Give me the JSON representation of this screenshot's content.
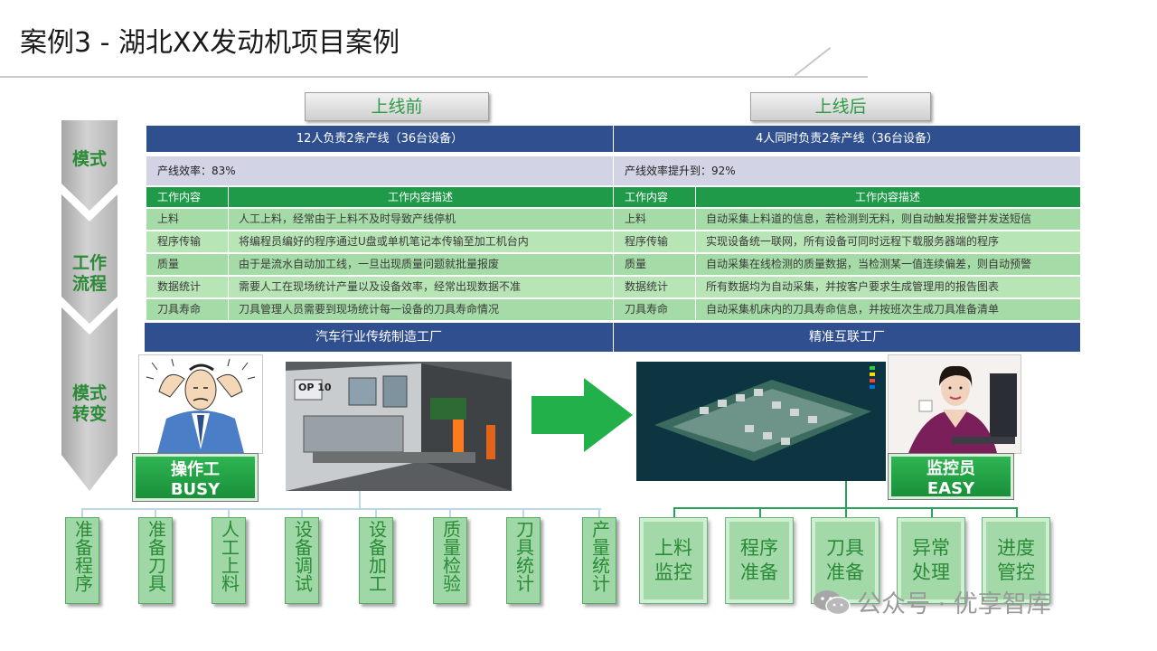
{
  "title": "案例3 -  湖北XX发动机项目案例",
  "left_labels": {
    "mode": "模式",
    "workflow": "工作流程",
    "transition": "模式转变"
  },
  "before": {
    "button": "上线前",
    "header": "12人负责2条产线（36台设备）",
    "efficiency": "产线效率：83%",
    "col1": "工作内容",
    "col2": "工作内容描述",
    "rows": [
      {
        "task": "上料",
        "desc": "人工上料，经常由于上料不及时导致产线停机"
      },
      {
        "task": "程序传输",
        "desc": "将编程员编好的程序通过U盘或单机笔记本传输至加工机台内"
      },
      {
        "task": "质量",
        "desc": "由于是流水自动加工线，一旦出现质量问题就批量报废"
      },
      {
        "task": "数据统计",
        "desc": "需要人工在现场统计产量以及设备效率，经常出现数据不准"
      },
      {
        "task": "刀具寿命",
        "desc": "刀具管理人员需要到现场统计每一设备的刀具寿命情况"
      }
    ],
    "factory": "汽车行业传统制造工厂",
    "badge_line1": "操作工",
    "badge_line2": "BUSY",
    "machine_label": "OP 10"
  },
  "after": {
    "button": "上线后",
    "header": "4人同时负责2条产线（36台设备）",
    "efficiency": "产线效率提升到：92%",
    "col1": "工作内容",
    "col2": "工作内容描述",
    "rows": [
      {
        "task": "上料",
        "desc": "自动采集上料道的信息，若检测到无料，则自动触发报警并发送短信"
      },
      {
        "task": "程序传输",
        "desc": "实现设备统一联网，所有设备可同时远程下载服务器端的程序"
      },
      {
        "task": "质量",
        "desc": "自动采集在线检测的质量数据，当检测某一值连续偏差，则自动预警"
      },
      {
        "task": "数据统计",
        "desc": "所有数据均为自动采集，并按客户要求生成管理用的报告图表"
      },
      {
        "task": "刀具寿命",
        "desc": "自动采集机床内的刀具寿命信息，并按班次生成刀具准备清单"
      }
    ],
    "factory": "精准互联工厂",
    "badge_line1": "监控员",
    "badge_line2": "EASY"
  },
  "bottom_left": [
    "准备程序",
    "准备刀具",
    "人工上料",
    "设备调试",
    "设备加工",
    "质量检验",
    "刀具统计",
    "产量统计"
  ],
  "bottom_right": [
    {
      "l1": "上料",
      "l2": "监控"
    },
    {
      "l1": "程序",
      "l2": "准备"
    },
    {
      "l1": "刀具",
      "l2": "准备"
    },
    {
      "l1": "异常",
      "l2": "处理"
    },
    {
      "l1": "进度",
      "l2": "管控"
    }
  ],
  "watermark": "公众号 · 优享智库",
  "colors": {
    "accent_green": "#2a8a36",
    "table_blue": "#2f4f8f",
    "header_green": "#1f9a48",
    "row_green": "#a4dba6"
  }
}
